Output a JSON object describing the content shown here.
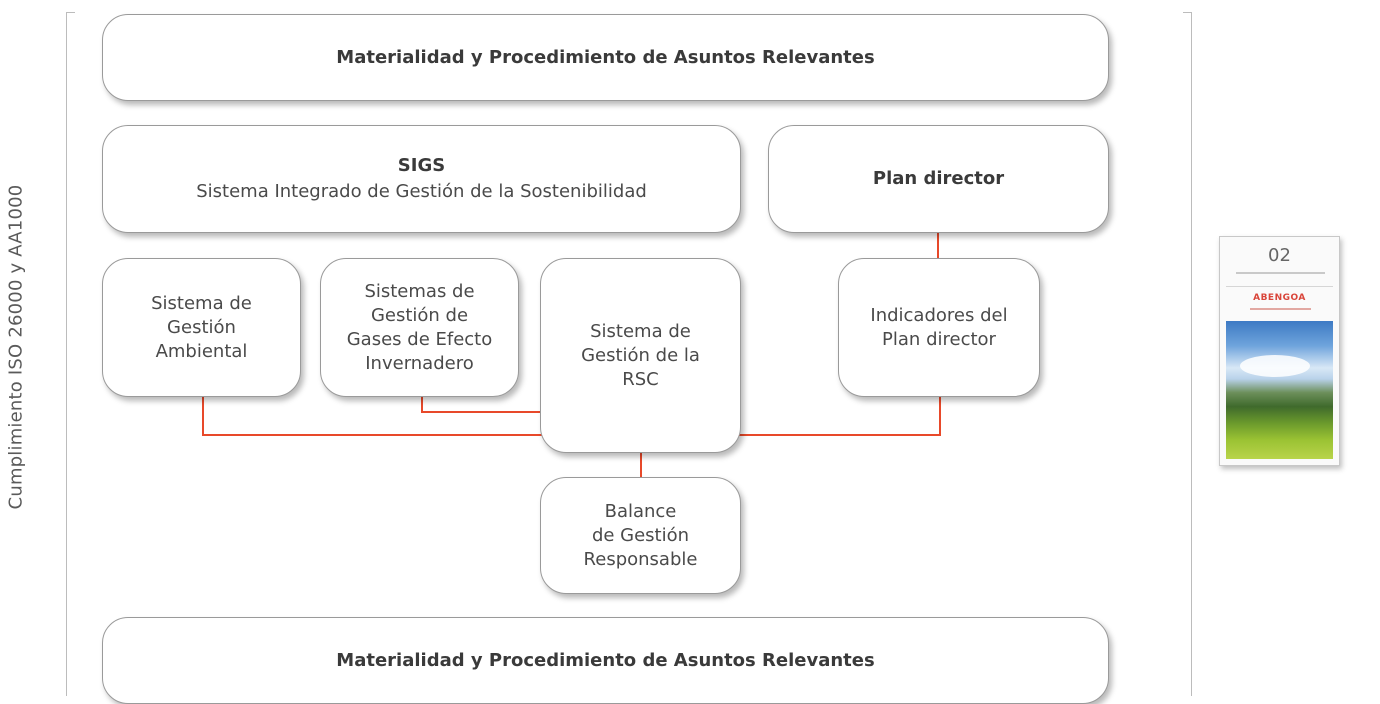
{
  "side_label": "Cumplimiento ISO 26000 y AA1000",
  "boxes": {
    "top": "Materialidad y Procedimiento de Asuntos Relevantes",
    "sigs_title": "SIGS",
    "sigs_subtitle": "Sistema Integrado de Gestión de la Sostenibilidad",
    "plan_director": "Plan director",
    "sga": "Sistema de\nGestión\nAmbiental",
    "sgge": "Sistemas de\nGestión de\nGases de Efecto\nInvernadero",
    "rsc": "Sistema de\nGestión de la\nRSC",
    "ipd": "Indicadores del\nPlan director",
    "balance": "Balance\nde Gestión\nResponsable",
    "bottom": "Materialidad y Procedimiento de Asuntos Relevantes"
  },
  "arrows": {
    "color": "#e8492a",
    "connections": [
      {
        "from": "Plan director",
        "to": "Indicadores del Plan director"
      },
      {
        "from": "Sistemas de Gestión de Gases de Efecto Invernadero",
        "to": "Sistema de Gestión de la RSC"
      },
      {
        "from": "Sistema de Gestión Ambiental",
        "to": "Sistema de Gestión de la RSC"
      },
      {
        "from": "Indicadores del Plan director",
        "to": "Sistema de Gestión de la RSC"
      },
      {
        "from": "Sistema de Gestión de la RSC",
        "to": "Balance de Gestión Responsable",
        "bidirectional": true
      }
    ]
  },
  "report": {
    "number": "02",
    "brand": "ABENGOA"
  }
}
